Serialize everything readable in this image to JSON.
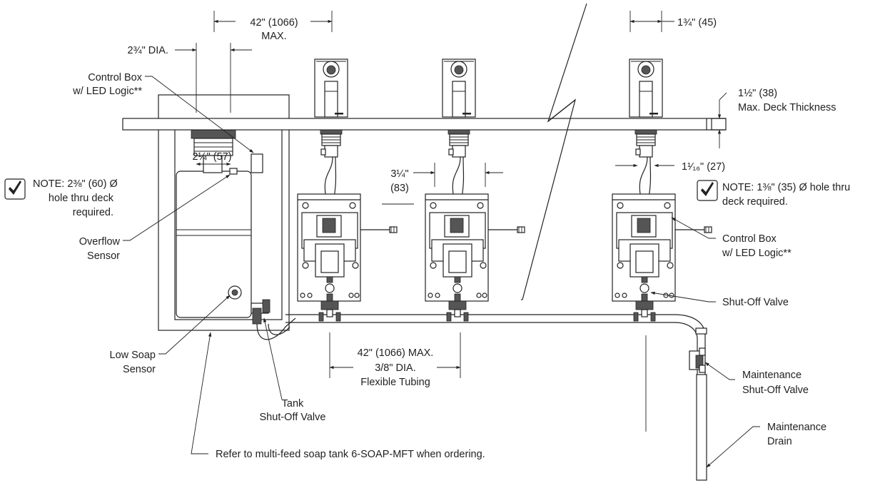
{
  "labels": {
    "dim_42_top": "42\" (1066)",
    "dim_42_top_max": "MAX.",
    "dim_134": "1¾\" (45)",
    "dim_234_dia": "2¾\" DIA.",
    "control_box_left_1": "Control Box",
    "control_box_left_2": "w/ LED Logic**",
    "deck_thickness_1": "1½\" (38)",
    "deck_thickness_2": "Max. Deck Thickness",
    "dim_214": "2¼\" (57)",
    "note_left_1": "NOTE: 2⅜\" (60) Ø",
    "note_left_2": "hole thru deck",
    "note_left_3": "required.",
    "dim_314_1": "3¼\"",
    "dim_314_2": "(83)",
    "dim_1116": "1¹⁄₁₆\" (27)",
    "note_right_1": "NOTE: 1⅜\" (35) Ø hole thru",
    "note_right_2": "deck required.",
    "overflow_1": "Overflow",
    "overflow_2": "Sensor",
    "control_box_right_1": "Control Box",
    "control_box_right_2": "w/ LED Logic**",
    "shutoff_valve": "Shut-Off Valve",
    "low_soap_1": "Low Soap",
    "low_soap_2": "Sensor",
    "tubing_1": "42\" (1066) MAX.",
    "tubing_2": "3/8\" DIA.",
    "tubing_3": "Flexible Tubing",
    "tank_valve_1": "Tank",
    "tank_valve_2": "Shut-Off Valve",
    "maint_valve_1": "Maintenance",
    "maint_valve_2": "Shut-Off Valve",
    "maint_drain_1": "Maintenance",
    "maint_drain_2": "Drain",
    "refer_note": "Refer to multi-feed soap tank 6-SOAP-MFT when ordering."
  },
  "icons": {
    "note_check": "checkmark-box-icon"
  }
}
